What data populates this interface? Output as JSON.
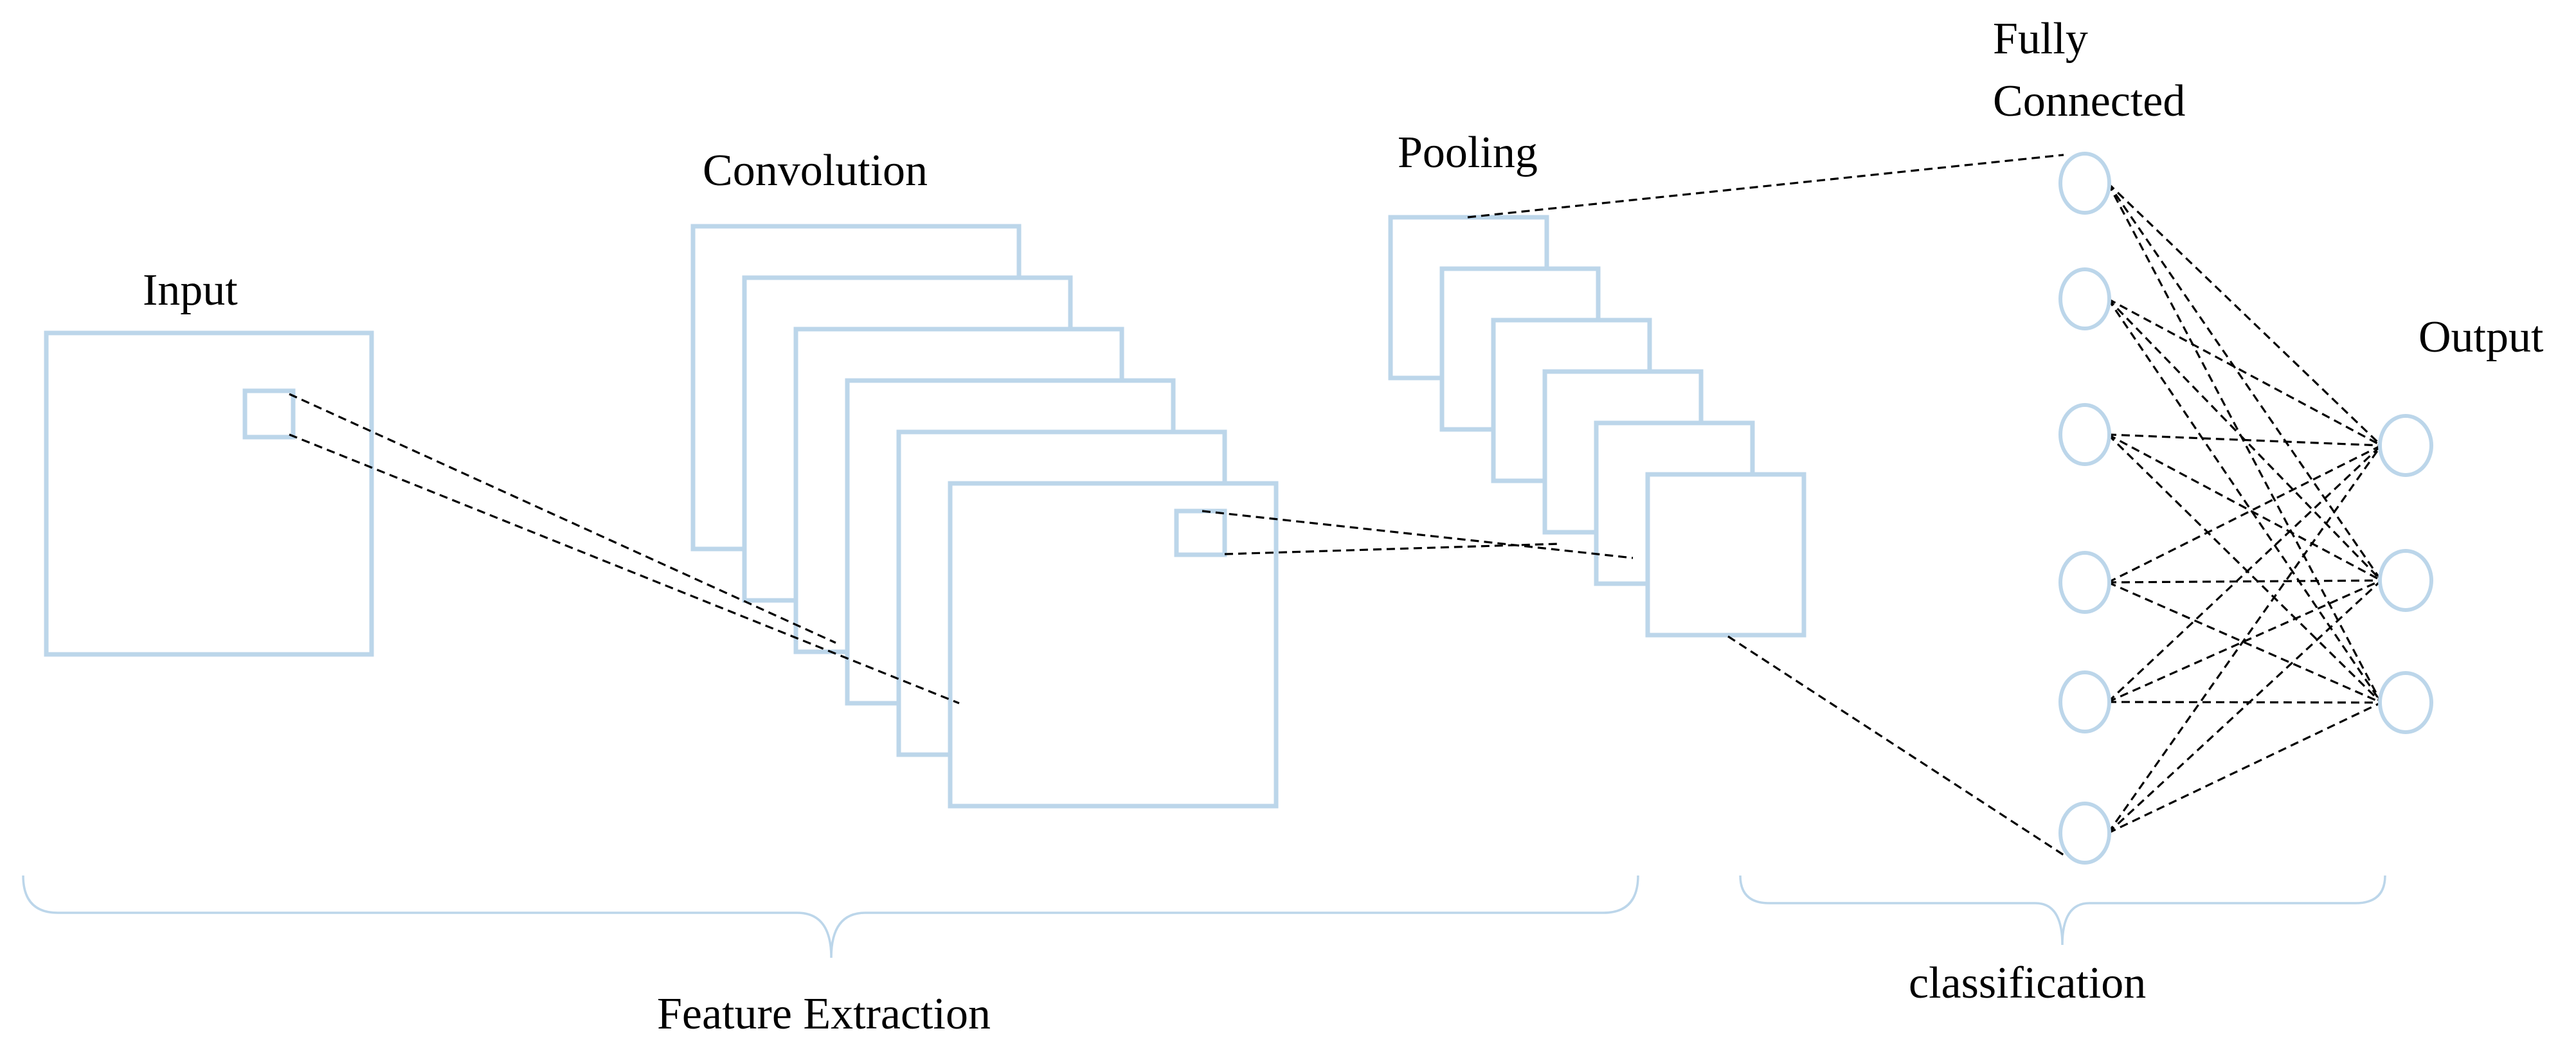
{
  "labels": {
    "input": "Input",
    "convolution": "Convolution",
    "pooling": "Pooling",
    "fully_connected_line1": "Fully",
    "fully_connected_line2": "Connected",
    "output": "Output",
    "feature_extraction": "Feature Extraction",
    "classification": "classification"
  },
  "layers": {
    "convolution_maps": 6,
    "pooling_maps": 6,
    "fully_connected_nodes": 6,
    "output_nodes": 3
  },
  "colors": {
    "box_stroke": "#bcd6ea",
    "node_stroke": "#bcd6ea",
    "brace": "#bcd6ea",
    "connection": "#000000"
  }
}
